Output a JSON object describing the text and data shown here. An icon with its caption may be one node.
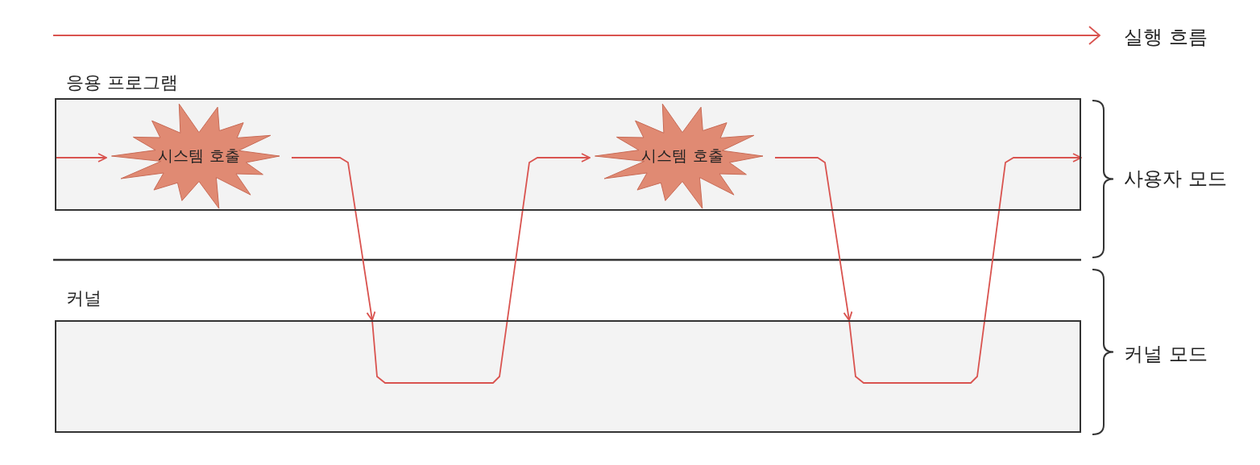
{
  "diagram": {
    "nodes": [
      {
        "text": [
          "응용 프로그램"
        ]
      },
      {
        "text": [
          "커널"
        ]
      },
      {
        "text": [
          "시스템 호출"
        ],
        "in": 0
      },
      {
        "text": [
          "시스템 호출"
        ],
        "in": 0
      }
    ],
    "edges": [
      {
        "from": null,
        "to": 2,
        "arrow": "to"
      },
      {
        "from": 2,
        "to": 1,
        "arrow": "to"
      },
      {
        "from": 1,
        "to": 3,
        "arrow": "to"
      },
      {
        "from": 3,
        "to": 1,
        "arrow": "to"
      },
      {
        "from": 1,
        "to": 0,
        "arrow": "to"
      }
    ],
    "labels": [
      "실행 흐름",
      "사용자 모드",
      "커널 모드"
    ]
  }
}
